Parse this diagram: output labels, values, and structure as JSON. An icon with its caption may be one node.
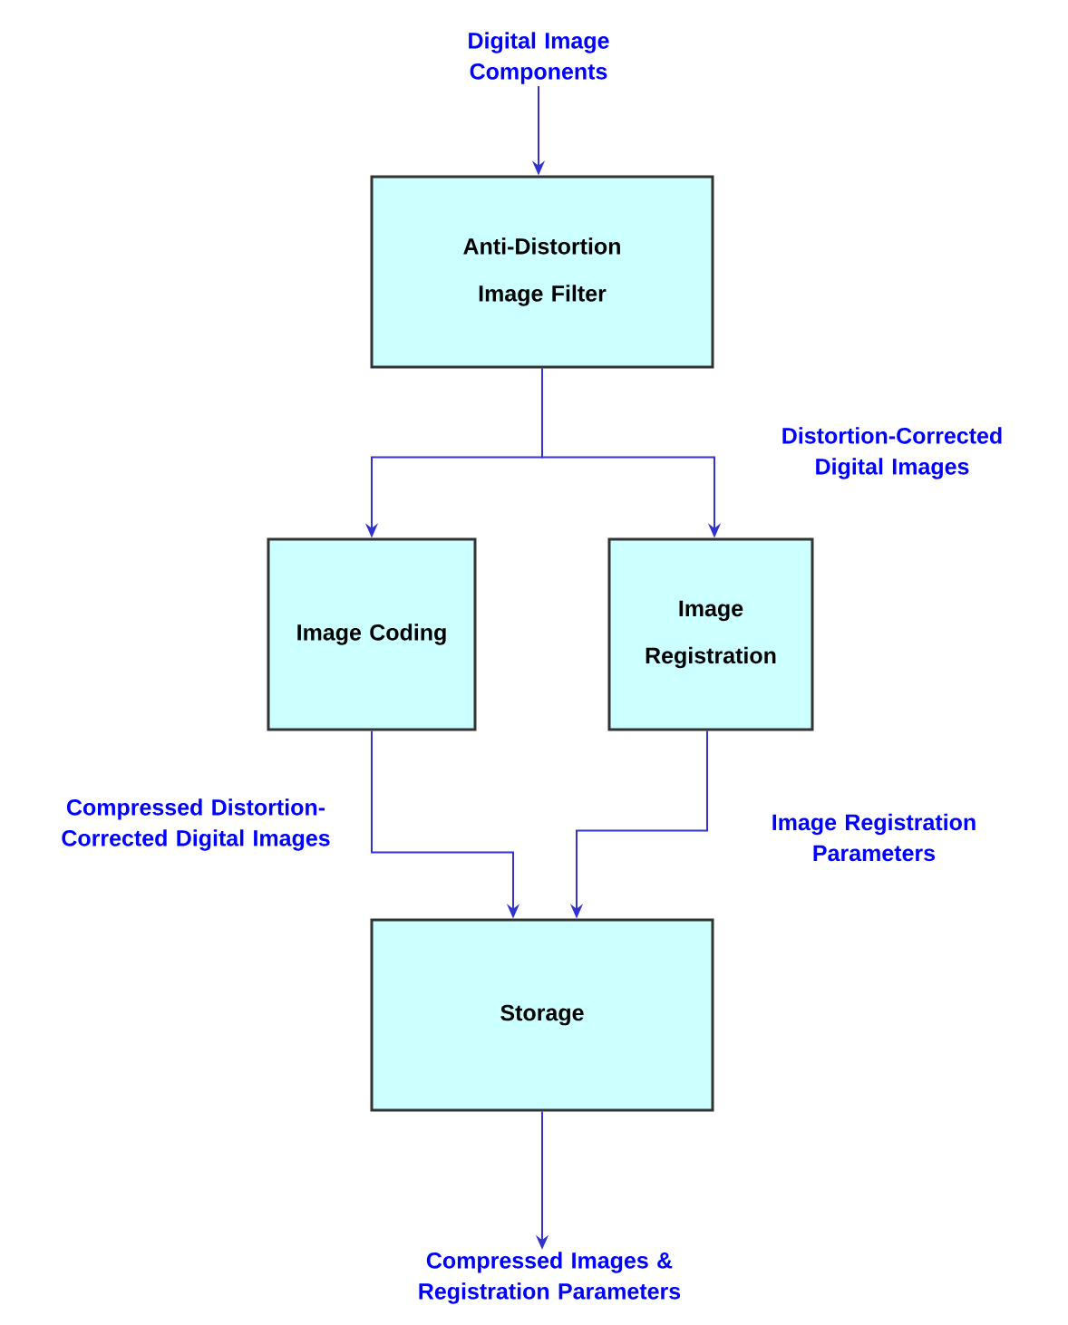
{
  "diagram": {
    "nodes": [
      {
        "text": [
          "Digital Image Components"
        ]
      },
      {
        "text": [
          "Anti-Distortion Image Filter"
        ]
      },
      {
        "text": [
          "Image Coding"
        ]
      },
      {
        "text": [
          "Image Registration"
        ]
      },
      {
        "text": [
          "Storage"
        ]
      },
      {
        "text": [
          "Compressed Images & Registration Parameters"
        ]
      }
    ],
    "edges": [
      {
        "from": 0,
        "to": 1,
        "arrow": "to"
      },
      {
        "from": 1,
        "to": 2,
        "arrow": "to"
      },
      {
        "from": 1,
        "to": 3,
        "arrow": "to",
        "label": "Distortion-Corrected Digital Images"
      },
      {
        "from": 2,
        "to": 4,
        "arrow": "to",
        "label": "Compressed Distortion-Corrected Digital Images"
      },
      {
        "from": 3,
        "to": 4,
        "arrow": "to",
        "label": "Image Registration Parameters"
      },
      {
        "from": 4,
        "to": 5,
        "arrow": "to"
      }
    ]
  }
}
